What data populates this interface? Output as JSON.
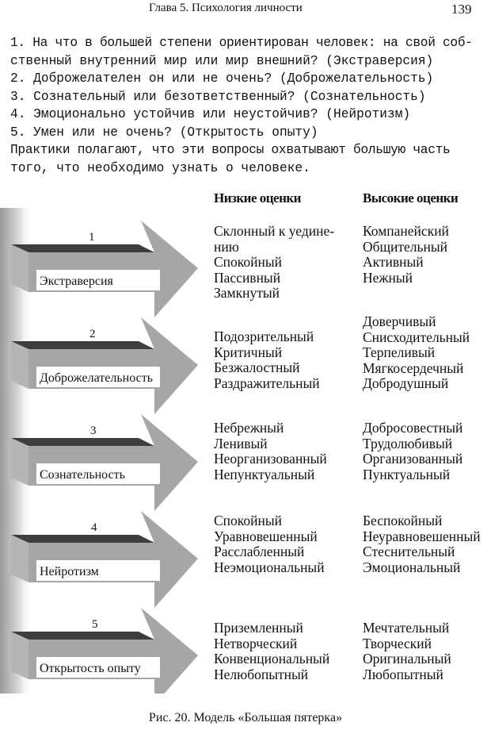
{
  "header": {
    "running_title": "Глава 5. Психология личности",
    "page_number": "139"
  },
  "body": {
    "lines": [
      "   1. На что в большей степени ориентирован человек: на свой соб-",
      "ственный внутренний мир или мир внешний? (Экстраверсия)",
      "   2. Доброжелателен он или не очень? (Доброжелательность)",
      "   3. Сознательный или безответственный? (Сознательность)",
      "   4. Эмоционально устойчив или неустойчив? (Нейротизм)",
      "   5. Умен или не очень? (Открытость опыту)",
      "   Практики полагают, что эти вопросы охватывают большую часть",
      "того, что необходимо узнать о человеке."
    ]
  },
  "figure": {
    "col_low": "Низкие оценки",
    "col_high": "Высокие оценки",
    "factors": [
      {
        "number": "1",
        "name": "Экстраверсия",
        "low": [
          "Склонный к уедине-",
          "нию",
          "Спокойный",
          "Пассивный",
          "Замкнутый"
        ],
        "high": [
          "Компанейский",
          "Общительный",
          "Активный",
          "Нежный"
        ]
      },
      {
        "number": "2",
        "name": "Доброжелательность",
        "low": [
          "Подозрительный",
          "Критичный",
          "Безжалостный",
          "Раздражительный"
        ],
        "high": [
          "Доверчивый",
          "Снисходительный",
          "Терпеливый",
          "Мягкосердечный",
          "Добродушный"
        ]
      },
      {
        "number": "3",
        "name": "Сознательность",
        "low": [
          "Небрежный",
          "Ленивый",
          "Неорганизованный",
          "Непунктуальный"
        ],
        "high": [
          "Добросовестный",
          "Трудолюбивый",
          "Организованный",
          "Пунктуальный"
        ]
      },
      {
        "number": "4",
        "name": "Нейротизм",
        "low": [
          "Спокойный",
          "Уравновешенный",
          "Расслабленный",
          "Неэмоциональный"
        ],
        "high": [
          "Беспокойный",
          "Неуравновешенный",
          "Стеснительный",
          "Эмоциональный"
        ]
      },
      {
        "number": "5",
        "name": "Открытость опыту",
        "low": [
          "Приземленный",
          "Нетворческий",
          "Конвенциональный",
          "Нелюбопытный"
        ],
        "high": [
          "Мечтательный",
          "Творческий",
          "Оригинальный",
          "Любопытный"
        ]
      }
    ],
    "caption": "Рис. 20. Модель «Большая пятерка»"
  }
}
